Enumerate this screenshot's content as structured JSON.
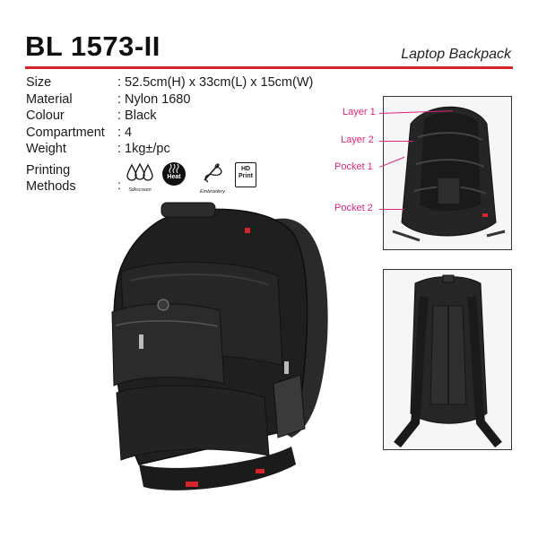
{
  "header": {
    "product_code": "BL 1573-II",
    "product_name": "Laptop Backpack"
  },
  "specs": [
    {
      "label": "Size",
      "value": ": 52.5cm(H) x 33cm(L) x 15cm(W)"
    },
    {
      "label": "Material",
      "value": ": Nylon 1680"
    },
    {
      "label": "Colour",
      "value": ": Black"
    },
    {
      "label": "Compartment",
      "value": ": 4"
    },
    {
      "label": "Weight",
      "value": ": 1kg±/pc"
    }
  ],
  "printing": {
    "label_line1": "Printing",
    "label_line2": "Methods",
    "colon": ":",
    "methods": [
      {
        "icon": "silkscreen-drops-icon",
        "caption": "Silkscreen"
      },
      {
        "icon": "heat-transfer-icon",
        "caption": "Heat",
        "badge": "Heat"
      },
      {
        "icon": "embroidery-needle-icon",
        "caption": "Embroidery"
      },
      {
        "icon": "hd-print-icon",
        "caption": "",
        "badge": "HD Print"
      }
    ]
  },
  "callouts": [
    {
      "label": "Layer 1"
    },
    {
      "label": "Layer 2"
    },
    {
      "label": "Pocket 1"
    },
    {
      "label": "Pocket 2"
    }
  ],
  "colors": {
    "accent_red": "#d8232a",
    "callout_magenta": "#e0247a",
    "bag_black": "#1c1c1c"
  }
}
